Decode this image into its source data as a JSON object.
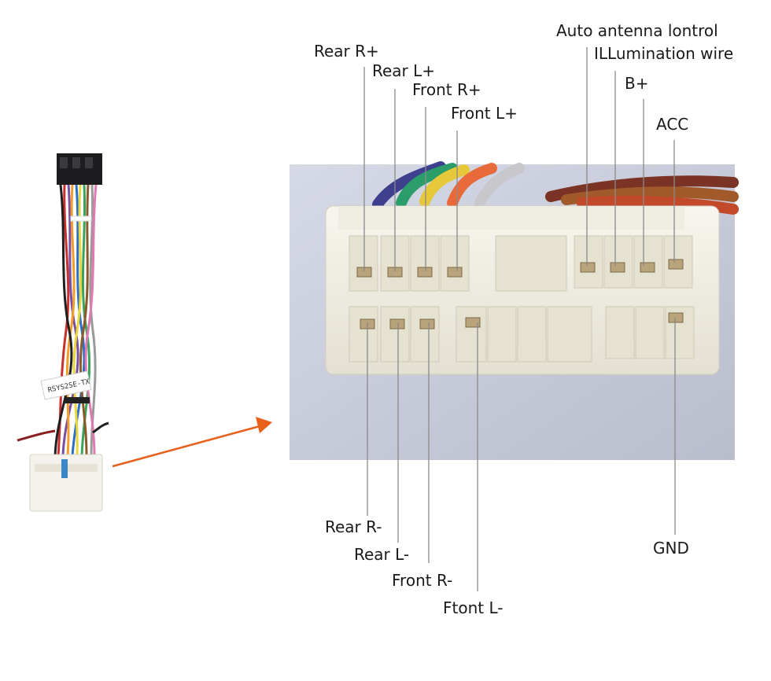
{
  "top_labels": [
    {
      "id": "rear-r-plus",
      "text": "Rear R+"
    },
    {
      "id": "rear-l-plus",
      "text": "Rear L+"
    },
    {
      "id": "front-r-plus",
      "text": "Front R+"
    },
    {
      "id": "front-l-plus",
      "text": "Front L+"
    },
    {
      "id": "auto-antenna",
      "text": "Auto antenna lontrol"
    },
    {
      "id": "illumination",
      "text": "ILLumination wire"
    },
    {
      "id": "b-plus",
      "text": "B+"
    },
    {
      "id": "acc",
      "text": "ACC"
    }
  ],
  "bottom_labels": [
    {
      "id": "rear-r-minus",
      "text": "Rear R-"
    },
    {
      "id": "rear-l-minus",
      "text": "Rear L-"
    },
    {
      "id": "front-r-minus",
      "text": "Front R-"
    },
    {
      "id": "front-l-minus",
      "text": "Ftont L-"
    },
    {
      "id": "gnd",
      "text": "GND"
    }
  ],
  "colors": {
    "arrow": "#e8601a",
    "photo_bg": "#c9cddb",
    "connector": "#f3f0e6",
    "leader": "#8a8a8a"
  },
  "harness_tag": "RSYS2SE-TX"
}
